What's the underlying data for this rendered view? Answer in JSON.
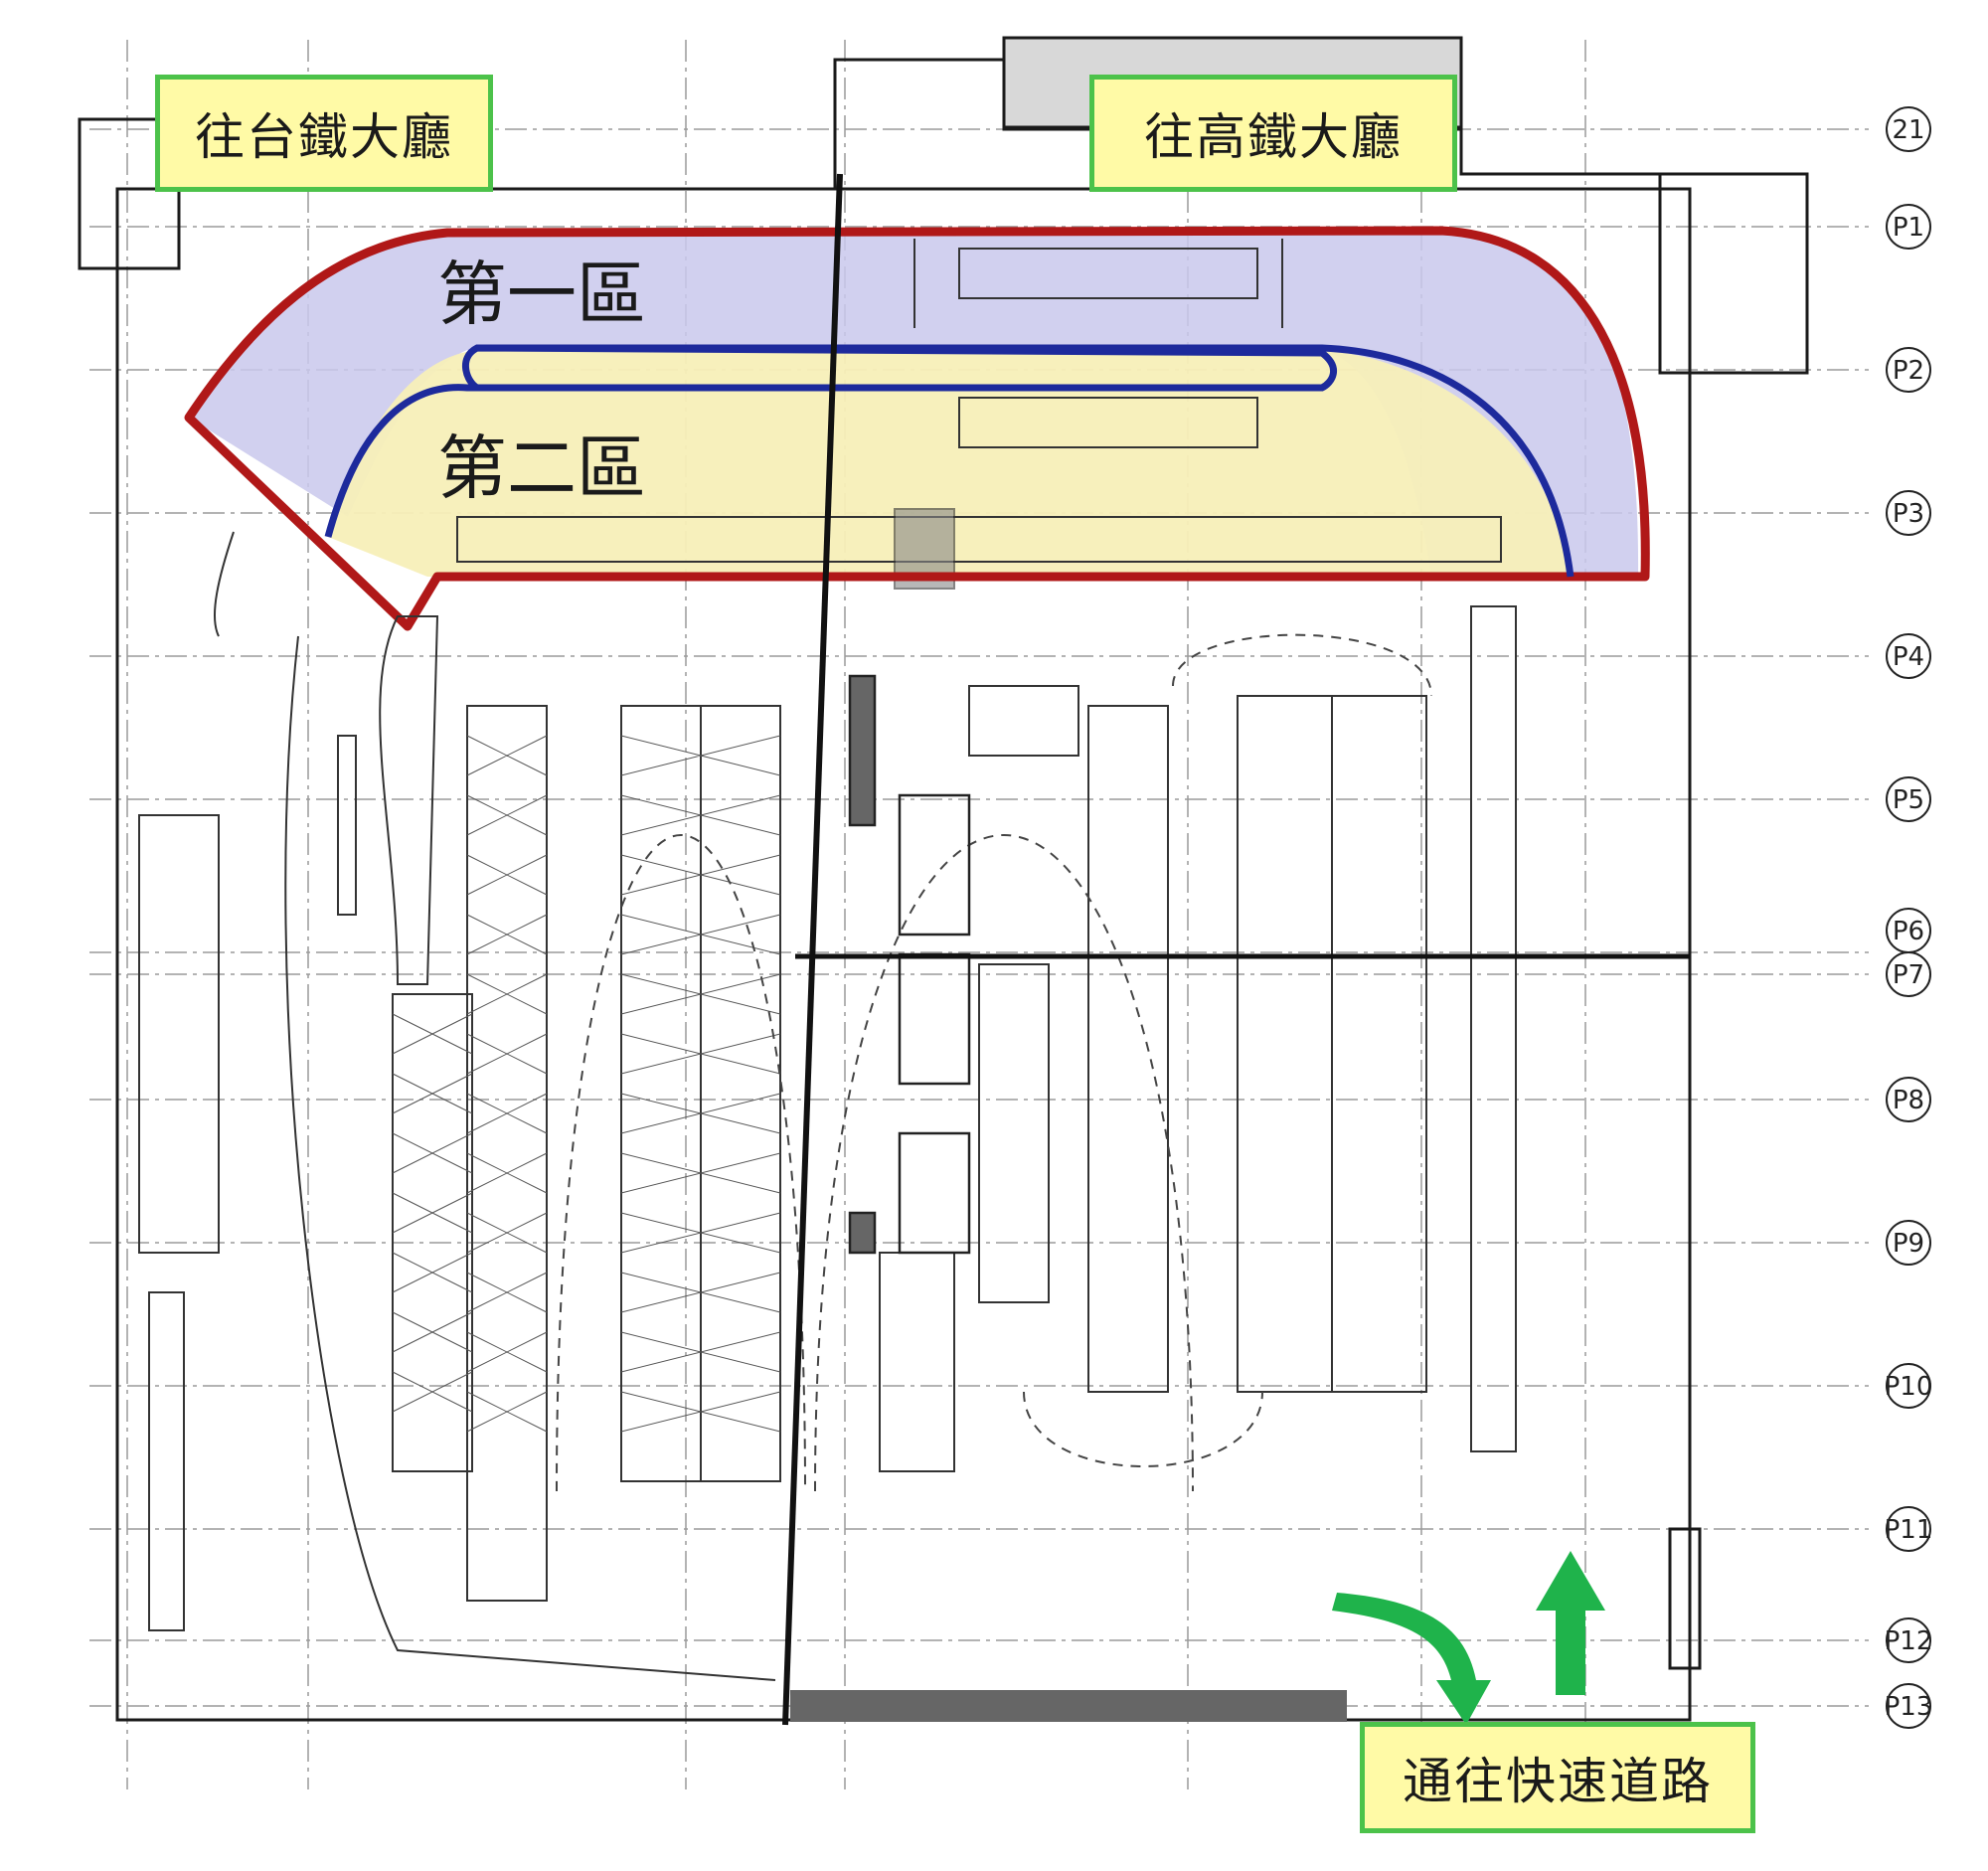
{
  "callouts": {
    "tra_hall": "往台鐵大廳",
    "hsr_hall": "往高鐵大廳",
    "expressway": "通往快速道路"
  },
  "zones": {
    "zone1": "第一區",
    "zone2": "第二區"
  },
  "axis_labels": [
    "21",
    "P1",
    "P2",
    "P3",
    "P4",
    "P5",
    "P6",
    "P7",
    "P8",
    "P9",
    "P10",
    "P11",
    "P12",
    "P13"
  ],
  "colors": {
    "zone1_fill": "#c9c8ec",
    "zone2_fill": "#f7efb8",
    "zone1_outline": "#b01818",
    "zone2_outline": "#1d2a9c",
    "arrow_green": "#1fb34b",
    "callout_bg": "#fffaa6",
    "callout_border": "#4cc24a"
  }
}
